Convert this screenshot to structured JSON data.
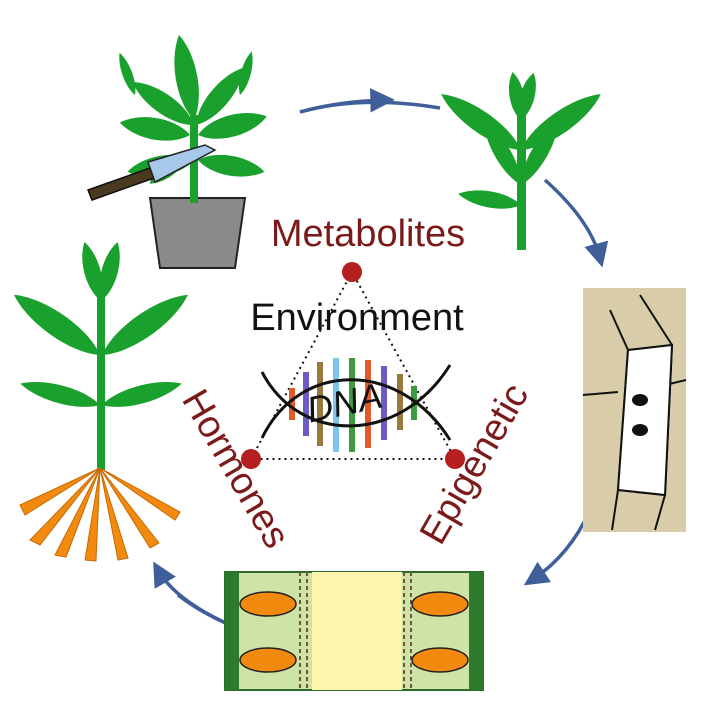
{
  "labels": {
    "metabolites": "Metabolites",
    "environment": "Environment",
    "dna": "DNA",
    "hormones": "Hormones",
    "epigenetic": "Epigenetic"
  },
  "colors": {
    "leaf": "#1aa02c",
    "label_red": "#7b1a1a",
    "cycle_arrow": "#3e5f9a",
    "root": "#f28a10",
    "pot": "#8a8a8a",
    "cell_bg": "#d8cda8",
    "tissue_center": "#fff4ad",
    "tissue_band": "#cfe3a7",
    "node": "#b51f1f"
  },
  "icons": [
    "cut-plant-in-pot-icon",
    "cutting-icon",
    "cell-division-icon",
    "tissue-section-icon",
    "rooted-plant-icon",
    "dna-helix-icon",
    "knife-icon"
  ]
}
